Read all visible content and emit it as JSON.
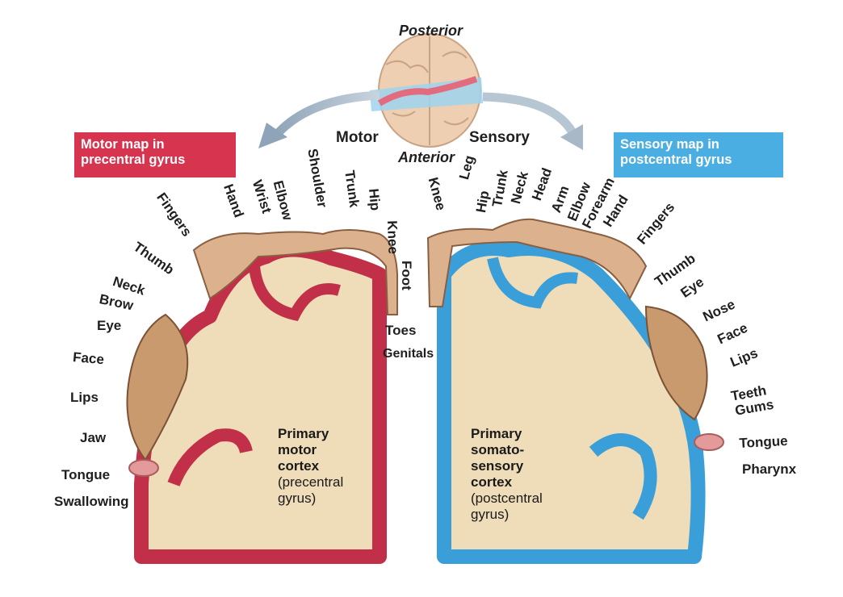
{
  "header": {
    "posterior": "Posterior",
    "anterior": "Anterior",
    "motor": "Motor",
    "sensory": "Sensory"
  },
  "motor_box": {
    "line1": "Motor map in",
    "line2": "precentral gyrus"
  },
  "sensory_box": {
    "line1": "Sensory map in",
    "line2": "postcentral gyrus"
  },
  "motor_cortex": {
    "l1": "Primary",
    "l2": "motor",
    "l3": "cortex",
    "l4": "(precentral",
    "l5": "gyrus)"
  },
  "sensory_cortex": {
    "l1": "Primary",
    "l2": "somato-",
    "l3": "sensory",
    "l4": "cortex",
    "l5": "(postcentral",
    "l6": "gyrus)"
  },
  "motor_labels": {
    "fingers": "Fingers",
    "hand": "Hand",
    "wrist": "Wrist",
    "elbow": "Elbow",
    "shoulder": "Shoulder",
    "trunk": "Trunk",
    "hip": "Hip",
    "knee": "Knee",
    "thumb": "Thumb",
    "neck": "Neck",
    "brow": "Brow",
    "eye": "Eye",
    "face": "Face",
    "lips": "Lips",
    "jaw": "Jaw",
    "tongue": "Tongue",
    "swallowing": "Swallowing",
    "foot": "Foot",
    "toes": "Toes"
  },
  "sensory_labels": {
    "knee": "Knee",
    "leg": "Leg",
    "hip": "Hip",
    "trunk": "Trunk",
    "neck": "Neck",
    "head": "Head",
    "arm": "Arm",
    "elbow": "Elbow",
    "forearm": "Forearm",
    "hand": "Hand",
    "fingers": "Fingers",
    "thumb": "Thumb",
    "eye": "Eye",
    "nose": "Nose",
    "face": "Face",
    "lips": "Lips",
    "teeth": "Teeth",
    "gums": "Gums",
    "tongue": "Tongue",
    "pharynx": "Pharynx",
    "genitals": "Genitals"
  },
  "colors": {
    "motor": "#d7344f",
    "sensory": "#4aaee3",
    "tissue": "#efdcb8",
    "skin": "#dcb28e"
  }
}
